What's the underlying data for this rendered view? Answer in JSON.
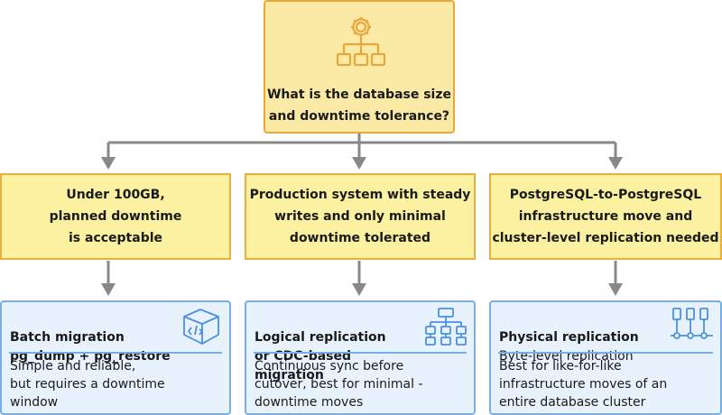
{
  "top": {
    "question": "What is the database size and downtime tolerance?",
    "icon": "org-chart-gear-icon"
  },
  "options": [
    {
      "condition": "Under 100GB,\nplanned downtime\nis acceptable",
      "method_title": "Batch migration",
      "method_subtitle": "pg_dump + pg_restore",
      "description": "Simple and reliable,\nbut requires a downtime\nwindow",
      "icon": "code-box-icon"
    },
    {
      "condition": "Production system with steady\nwrites and only minimal\ndowntime tolerated",
      "method_title": "Logical replication\nor CDC-based migration",
      "method_subtitle": "",
      "description": "Continuous sync before\ncutover, best for minimal -\ndowntime moves",
      "icon": "hierarchy-icon"
    },
    {
      "condition": "PostgreSQL-to-PostgreSQL\ninfrastructure move and\ncluster-level replication needed",
      "method_title": "Physical replication",
      "method_subtitle": "Byte-level replication",
      "description": "Best for like-for-like\ninfrastructure moves of an\nentire database cluster",
      "icon": "node-chain-icon"
    }
  ],
  "colors": {
    "accent_orange": "#e8a73a",
    "box_yellow": "#fbf1a0",
    "box_blue": "#e8f2fd",
    "border_blue": "#7aaeea",
    "connector_gray": "#888888"
  }
}
